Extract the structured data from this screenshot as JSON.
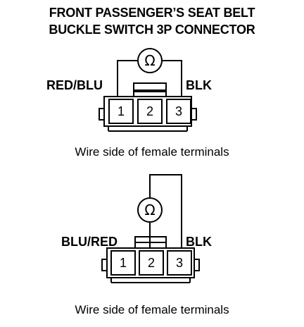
{
  "title": {
    "line1": "FRONT PASSENGER’S SEAT BELT",
    "line2": "BUCKLE SWITCH 3P CONNECTOR"
  },
  "diagram_top": {
    "left_label": "RED/BLU",
    "right_label": "BLK",
    "meter_symbol": "Ω",
    "pins": [
      "1",
      "2",
      "3"
    ],
    "caption": "Wire side of female terminals"
  },
  "diagram_bottom": {
    "left_label": "BLU/RED",
    "right_label": "BLK",
    "meter_symbol": "Ω",
    "pins": [
      "1",
      "2",
      "3"
    ],
    "caption": "Wire side of female terminals"
  },
  "colors": {
    "ink": "#000000",
    "paper": "#ffffff"
  }
}
